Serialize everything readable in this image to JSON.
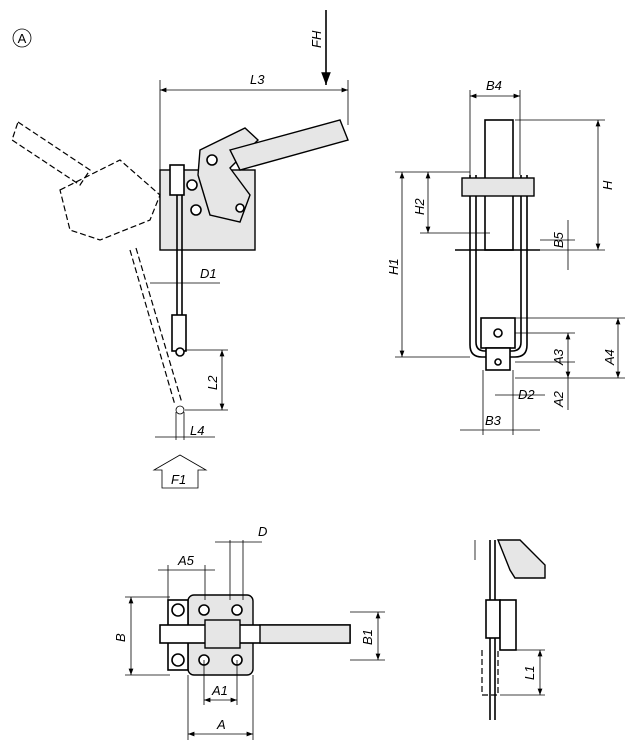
{
  "view_marker": "A",
  "labels": {
    "FH": "FH",
    "L3": "L3",
    "B4": "B4",
    "H": "H",
    "H2": "H2",
    "H1": "H1",
    "B5": "B5",
    "D1": "D1",
    "A3": "A3",
    "A4": "A4",
    "L2": "L2",
    "D2": "D2",
    "A2": "A2",
    "B3": "B3",
    "L4": "L4",
    "F1": "F1",
    "D": "D",
    "A5": "A5",
    "B": "B",
    "B1": "B1",
    "A1": "A1",
    "A": "A",
    "L1": "L1"
  }
}
